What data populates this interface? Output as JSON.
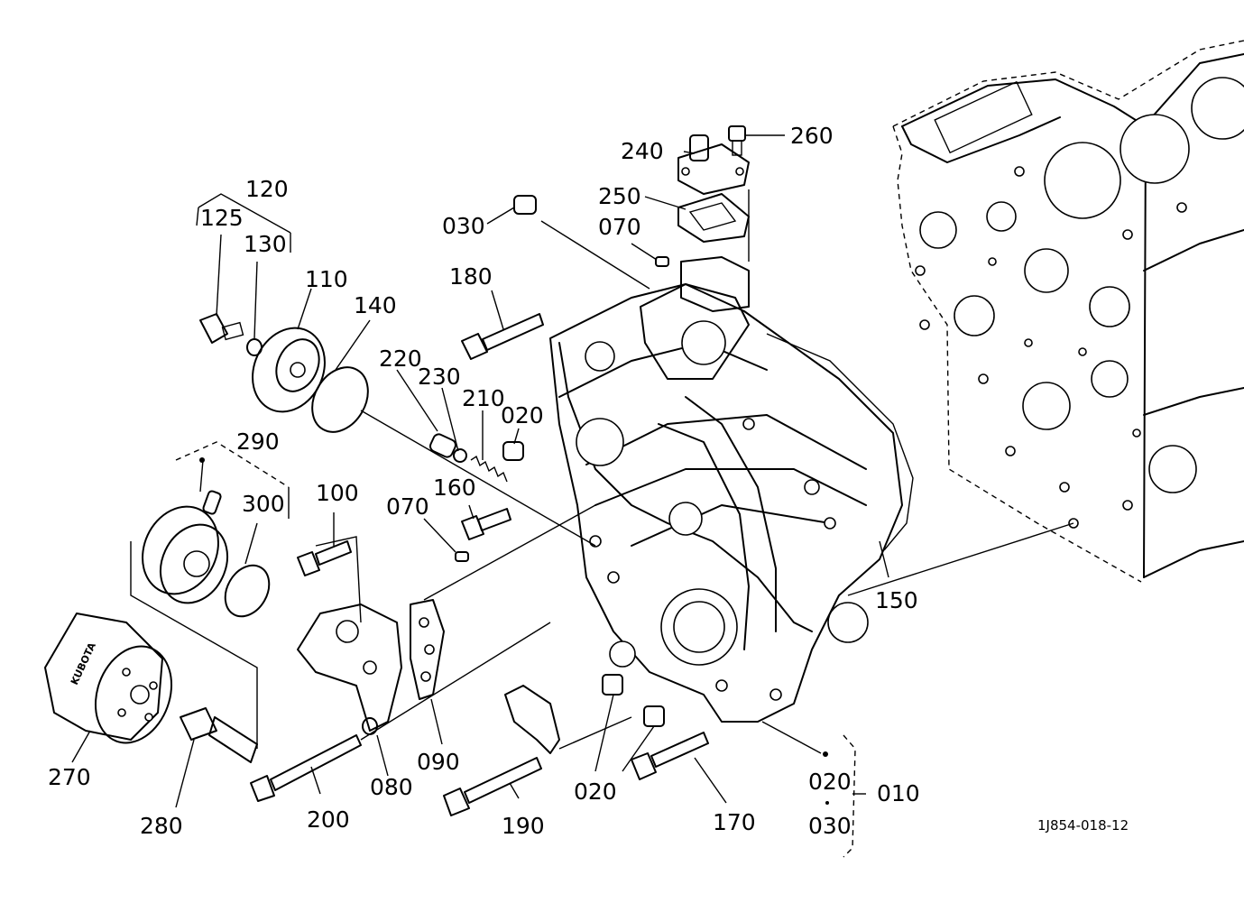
{
  "labels": {
    "p010": "010",
    "p020a": "020",
    "p020b": "020",
    "p020c": "020",
    "p030a": "030",
    "p030b": "030",
    "p070a": "070",
    "p070b": "070",
    "p080": "080",
    "p090": "090",
    "p100": "100",
    "p110": "110",
    "p120": "120",
    "p125": "125",
    "p130": "130",
    "p140": "140",
    "p150": "150",
    "p160": "160",
    "p170": "170",
    "p180": "180",
    "p190": "190",
    "p200": "200",
    "p210": "210",
    "p220": "220",
    "p230": "230",
    "p240": "240",
    "p250": "250",
    "p260": "260",
    "p270": "270",
    "p280": "280",
    "p290": "290",
    "p300": "300"
  },
  "reference": "1J854-018-12",
  "logo_text": "KUBOTA"
}
